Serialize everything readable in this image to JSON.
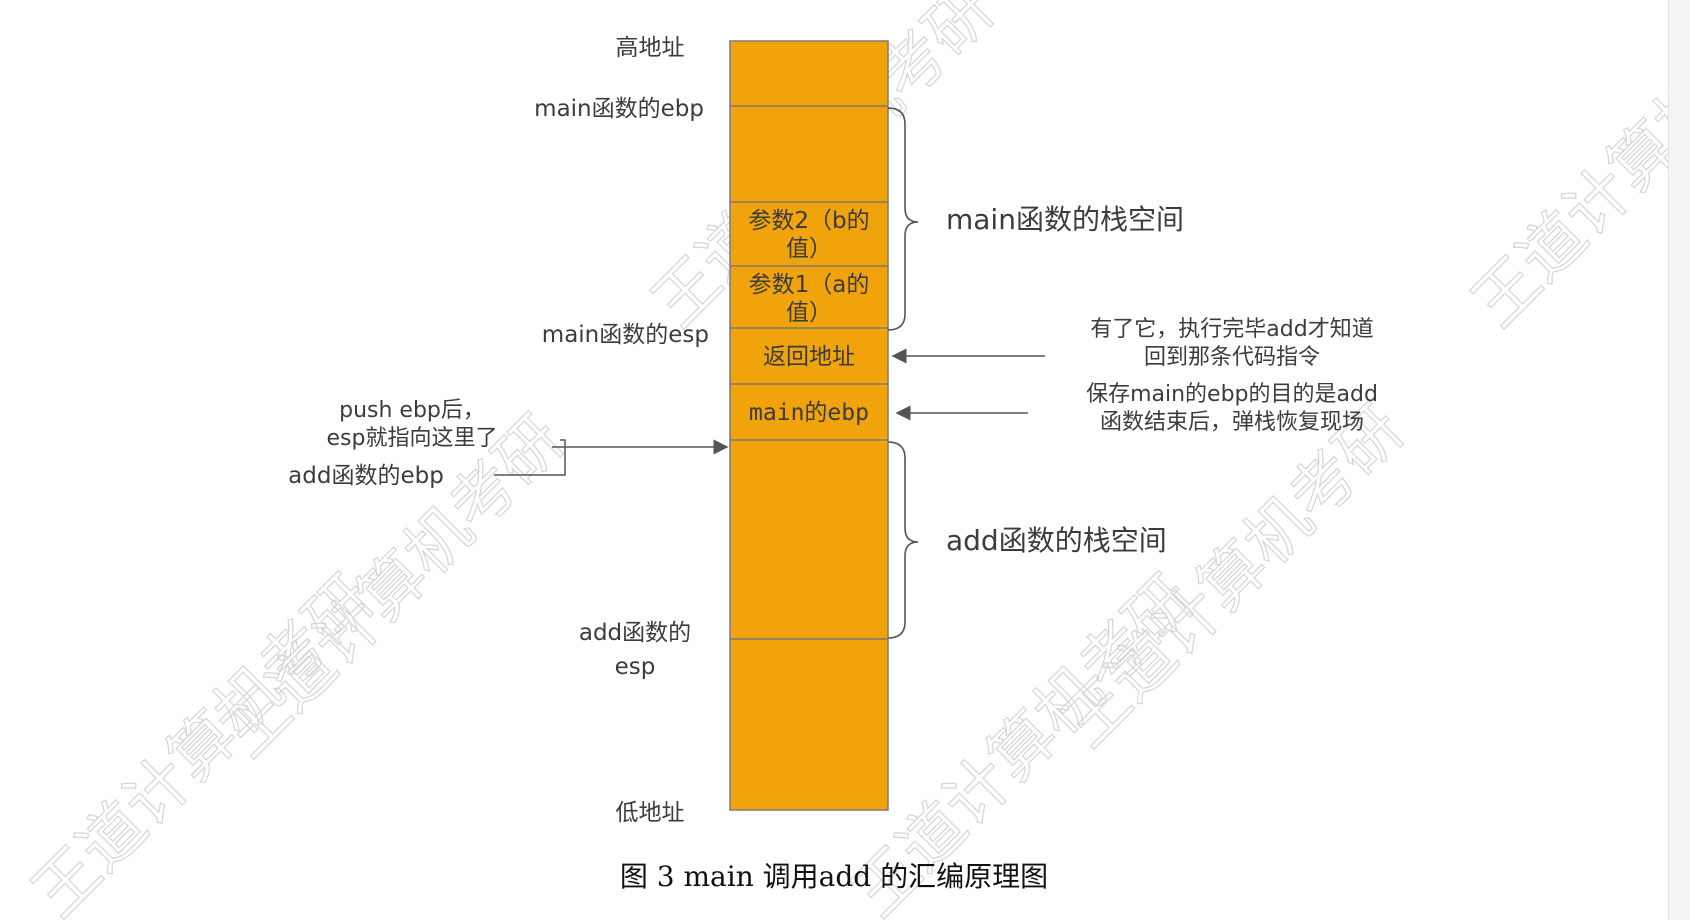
{
  "stack": {
    "top_label": "高地址",
    "bottom_label": "低地址",
    "cells": {
      "param2_line1": "参数2（b的",
      "param2_line2": "值）",
      "param1_line1": "参数1（a的",
      "param1_line2": "值）",
      "return_address": "返回地址",
      "main_ebp_cell": "main的ebp"
    }
  },
  "left_labels": {
    "main_ebp": "main函数的ebp",
    "main_esp": "main函数的esp",
    "push_ebp_line1": "push ebp后，",
    "push_ebp_line2": "esp就指向这里了",
    "add_ebp": "add函数的ebp",
    "add_esp_line1": "add函数的",
    "add_esp_line2": "esp"
  },
  "right_labels": {
    "main_stack_space": "main函数的栈空间",
    "add_stack_space": "add函数的栈空间",
    "return_note_line1": "有了它，执行完毕add才知道",
    "return_note_line2": "回到那条代码指令",
    "ebp_note_line1": "保存main的ebp的目的是add",
    "ebp_note_line2": "函数结束后，弹栈恢复现场"
  },
  "caption": "图 3 main 调用add 的汇编原理图",
  "watermark": "王道计算机考研",
  "colors": {
    "stack_fill": "#F0A30A",
    "stack_border": "#7a7a7a",
    "line": "#555555"
  }
}
